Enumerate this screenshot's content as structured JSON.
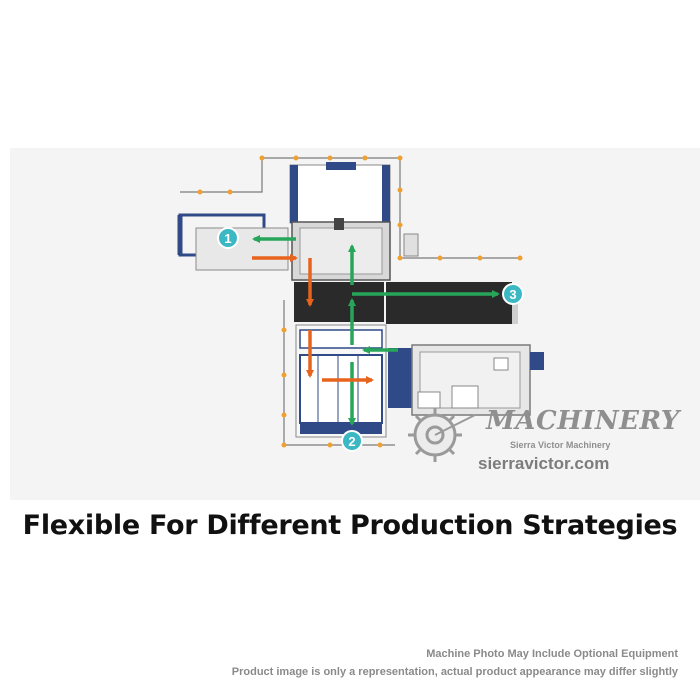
{
  "headline": "Flexible For Different Production Strategies",
  "markers": [
    "1",
    "2",
    "3"
  ],
  "watermark": {
    "word": "MACHINERY",
    "sub": "Sierra Victor Machinery",
    "url": "sierravictor.com"
  },
  "disclaimer": {
    "line1": "Machine Photo May Include Optional Equipment",
    "line2": "Product image is only a representation, actual product appearance may differ slightly"
  },
  "colors": {
    "frame_blue": "#2f4a86",
    "flow_green": "#27a65a",
    "flow_orange": "#e8631c",
    "marker_teal": "#3bb8c4",
    "conveyor": "#2a2a2a",
    "sensor_orange": "#f0a030"
  }
}
